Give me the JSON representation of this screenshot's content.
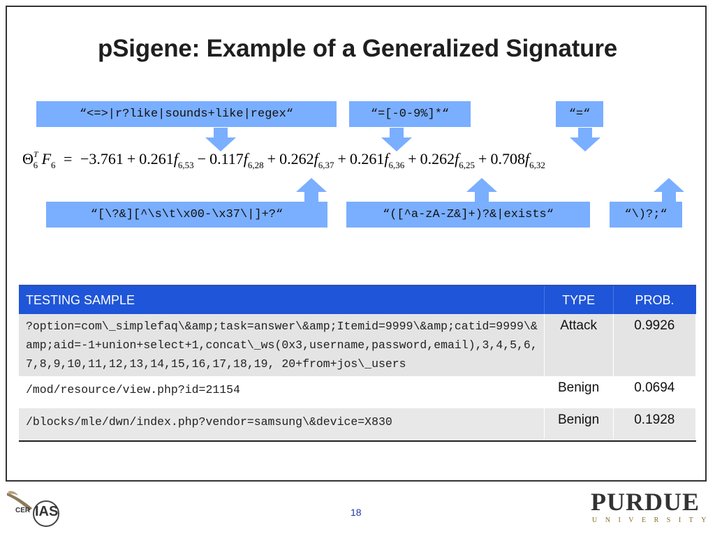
{
  "title": "pSigene: Example of a Generalized Signature",
  "top_regex": [
    "“<=>|r?like|sounds+like|regex“",
    "“=[-0-9%]*“",
    "“=“"
  ],
  "bottom_regex": [
    "“[\\?&][^\\s\\t\\x00-\\x37\\|]+?“",
    "“([^a-zA-Z&]+)?&|exists“",
    "“\\)?;“"
  ],
  "equation": {
    "theta": "Θ",
    "theta_sub": "6",
    "theta_sup": "T",
    "F": "F",
    "F_sub": "6",
    "eq": "=",
    "terms": [
      {
        "sign": "−",
        "coef": "3.761",
        "feature": "",
        "sub": ""
      },
      {
        "sign": "+",
        "coef": "0.261",
        "feature": "f",
        "sub": "6,53"
      },
      {
        "sign": "−",
        "coef": "0.117",
        "feature": "f",
        "sub": "6,28"
      },
      {
        "sign": "+",
        "coef": "0.262",
        "feature": "f",
        "sub": "6,37"
      },
      {
        "sign": "+",
        "coef": "0.261",
        "feature": "f",
        "sub": "6,36"
      },
      {
        "sign": "+",
        "coef": "0.262",
        "feature": "f",
        "sub": "6,25"
      },
      {
        "sign": "+",
        "coef": "0.708",
        "feature": "f",
        "sub": "6,32"
      }
    ]
  },
  "table": {
    "headers": {
      "sample": "TESTING SAMPLE",
      "type": "TYPE",
      "prob": "PROB."
    },
    "rows": [
      {
        "sample": "?option=com\\_simplefaq\\&amp;task=answer\\&amp;Itemid=9999\\&amp;catid=9999\\&amp;aid=-1+union+select+1,concat\\_ws(0x3,username,password,email),3,4,5,6,7,8,9,10,11,12,13,14,15,16,17,18,19, 20+from+jos\\_users",
        "type": "Attack",
        "prob": "0.9926"
      },
      {
        "sample": "/mod/resource/view.php?id=21154",
        "type": "Benign",
        "prob": "0.0694"
      },
      {
        "sample": "/blocks/mle/dwn/index.php?vendor=samsung\\&device=X830",
        "type": "Benign",
        "prob": "0.1928"
      }
    ]
  },
  "page_number": "18",
  "logo_left": {
    "text1": "CER",
    "text2": "IAS"
  },
  "logo_right": {
    "word": "PURDUE",
    "sub": "UNIVERSITY"
  },
  "colors": {
    "box": "#7aaeff",
    "header": "#1f55d8",
    "row_alt": "#e4e4e4"
  }
}
